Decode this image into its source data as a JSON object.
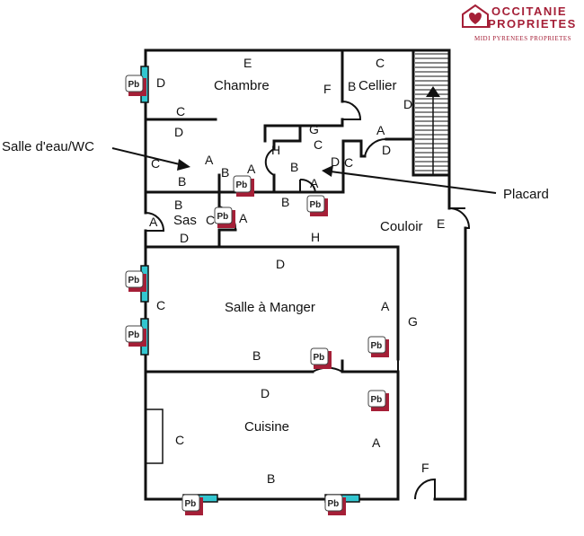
{
  "logo": {
    "line1": "OCCITANIE",
    "line2": "PROPRIETES",
    "tagline": "MIDI PYRENEES PROPRIETES"
  },
  "rooms": {
    "chambre": "Chambre",
    "cellier": "Cellier",
    "sas": "Sas",
    "couloir": "Couloir",
    "salle_manger": "Salle à Manger",
    "cuisine": "Cuisine"
  },
  "annotations": {
    "salle_eau": "Salle d'eau/WC",
    "placard": "Placard"
  },
  "pb_marker": "Pb",
  "wall_letters": {
    "chambre_e": "E",
    "chambre_d": "D",
    "chambre_f": "F",
    "chambre_c": "C",
    "sdb_d": "D",
    "sdb_c": "C",
    "sdb_a": "A",
    "sdb_b": "B",
    "wc_b": "B",
    "wc_a": "A",
    "cellier_c": "C",
    "cellier_b": "B",
    "cellier_d": "D",
    "cellier_a": "A",
    "cellier_d2": "D",
    "placard_g": "G",
    "placard_h": "H",
    "placard_c": "C",
    "placard_b": "B",
    "placard_d": "D",
    "placard_c2": "C",
    "placard_a": "A",
    "placard_b2": "B",
    "sas_b": "B",
    "sas_a": "A",
    "sas_c": "C",
    "sas_a2": "A",
    "sas_d": "D",
    "couloir_h": "H",
    "couloir_e": "E",
    "couloir_g": "G",
    "couloir_f": "F",
    "sam_d": "D",
    "sam_c": "C",
    "sam_a": "A",
    "sam_b": "B",
    "cuisine_d": "D",
    "cuisine_c": "C",
    "cuisine_a": "A",
    "cuisine_b": "B"
  }
}
